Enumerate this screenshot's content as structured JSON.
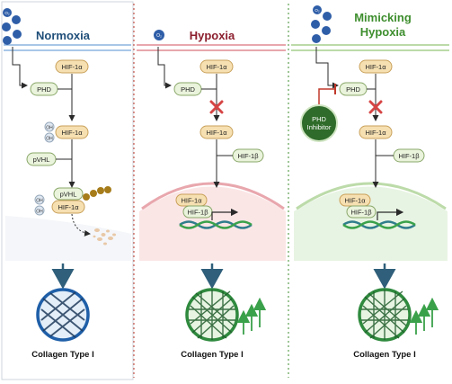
{
  "panels": [
    {
      "id": "normoxia",
      "title": [
        "Normoxia"
      ],
      "title_color": "#1f4e79",
      "bg_color": "#ffffff",
      "hif_alpha": "HIF-1α",
      "phd": "PHD",
      "oh": "OH",
      "pvhl": "pVHL",
      "result": "Collagen Type I"
    },
    {
      "id": "hypoxia",
      "title": [
        "Hypoxia"
      ],
      "title_color": "#8b1e2d",
      "bg_color": "#fdf0f0",
      "hif_alpha": "HIF-1α",
      "hif_beta": "HIF-1β",
      "phd": "PHD",
      "result": "Collagen Type I"
    },
    {
      "id": "mimicking",
      "title": [
        "Mimicking",
        "Hypoxia"
      ],
      "title_color": "#3e8e2e",
      "bg_color": "#f2f8ef",
      "hif_alpha": "HIF-1α",
      "hif_beta": "HIF-1β",
      "phd": "PHD",
      "inhibitor": [
        "PHD",
        "Inhibitor"
      ],
      "result": "Collagen Type I"
    }
  ],
  "o2_label": "O₂",
  "colors": {
    "hif_fill": "#f6e0b2",
    "hif_stroke": "#c9a15a",
    "phd_fill": "#eaf3dc",
    "phd_stroke": "#8aa86a",
    "o2_fill": "#2f5ea8",
    "block_x": "#d64545",
    "arrow": "#2a2a2a",
    "normoxia_collagen_ring": "#1f5fa8",
    "hypoxia_collagen_ring": "#2f8a3e",
    "up_arrows": "#3aa14a",
    "nucleus_pink": "#f7d2d2",
    "nucleus_green": "#d9ecd0",
    "membrane_blue": "#a9c7e8",
    "membrane_red": "#e8a7ad",
    "membrane_green": "#bcdba9",
    "inhibitor_fill": "#2f6b2a",
    "divider_red": "#c0392b",
    "divider_green": "#3e8e2e"
  }
}
